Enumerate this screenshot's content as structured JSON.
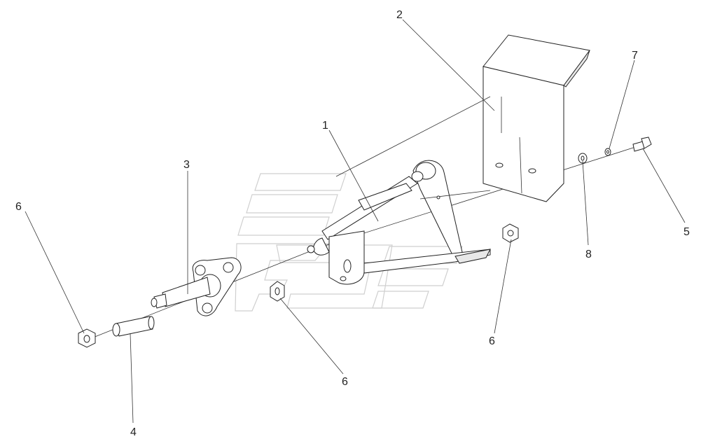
{
  "callouts": {
    "c1": "1",
    "c2": "2",
    "c3": "3",
    "c4": "4",
    "c5": "5",
    "c6a": "6",
    "c6b": "6",
    "c6c": "6",
    "c7": "7",
    "c8": "8"
  },
  "parts": [
    {
      "callout": "1",
      "shape": "pedal-lever-assembly"
    },
    {
      "callout": "2",
      "shape": "bent-sheet-bracket"
    },
    {
      "callout": "3",
      "shape": "flanged-shaft"
    },
    {
      "callout": "4",
      "shape": "spacer-sleeve"
    },
    {
      "callout": "5",
      "shape": "bolt"
    },
    {
      "callout": "6",
      "shape": "hex-nut"
    },
    {
      "callout": "7",
      "shape": "spring-washer"
    },
    {
      "callout": "8",
      "shape": "flat-washer"
    }
  ],
  "watermark": "logo-mark"
}
